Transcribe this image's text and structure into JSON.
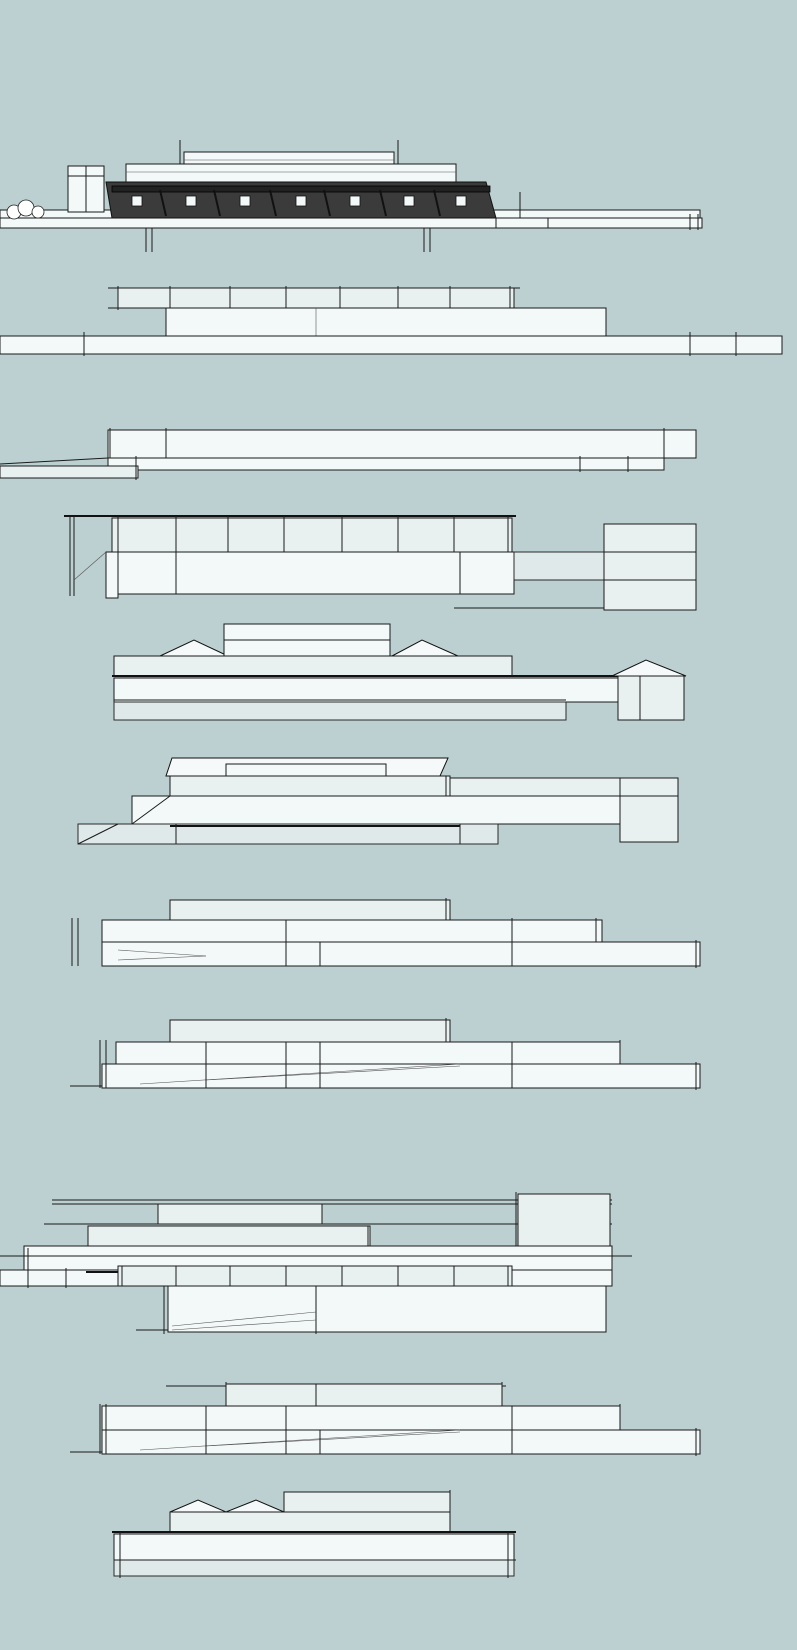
{
  "viewport": {
    "background_color": "#bcd0d1"
  },
  "drawing": {
    "panel_fill": "#f3f8f8",
    "line_color": "#1a1a1a",
    "elevation_count": 11,
    "elevations": [
      {
        "id": "elevation-1",
        "style": "detailed-facade"
      },
      {
        "id": "elevation-2",
        "style": "wireframe"
      },
      {
        "id": "elevation-3",
        "style": "wireframe"
      },
      {
        "id": "elevation-4",
        "style": "wireframe"
      },
      {
        "id": "elevation-5",
        "style": "pitched-roofs"
      },
      {
        "id": "elevation-6",
        "style": "wireframe"
      },
      {
        "id": "elevation-7",
        "style": "wireframe"
      },
      {
        "id": "elevation-8",
        "style": "wireframe"
      },
      {
        "id": "elevation-9",
        "style": "wireframe"
      },
      {
        "id": "elevation-10",
        "style": "wireframe"
      },
      {
        "id": "elevation-11",
        "style": "pitched-roofs"
      }
    ]
  }
}
